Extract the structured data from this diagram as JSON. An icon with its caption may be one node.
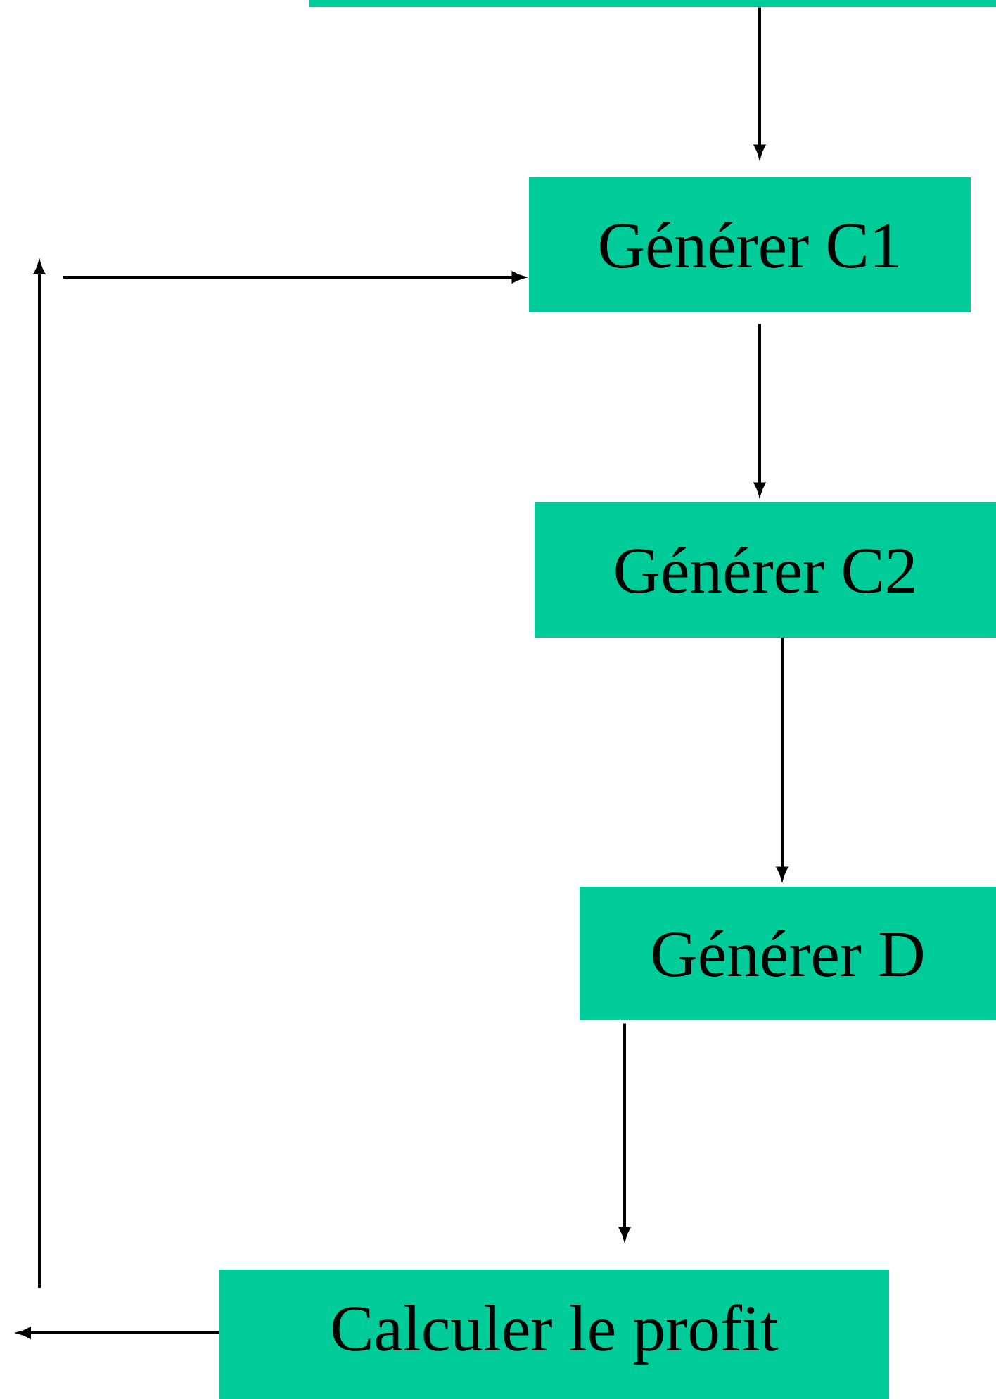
{
  "diagram": {
    "nodes": [
      {
        "text": [],
        "shape": "box"
      },
      {
        "text": [
          "Générer C1"
        ]
      },
      {
        "text": [
          "Générer C2"
        ]
      },
      {
        "text": [
          "Générer D"
        ]
      },
      {
        "text": [
          "Calculer le profit"
        ]
      }
    ],
    "edges": [
      {
        "from": 0,
        "to": 1,
        "arrow": "to"
      },
      {
        "from": 1,
        "to": 2,
        "arrow": "to"
      },
      {
        "from": 2,
        "to": 3,
        "arrow": "to"
      },
      {
        "from": 3,
        "to": 4,
        "arrow": "to"
      },
      {
        "from": 4,
        "to": null,
        "arrow": "to"
      },
      {
        "from": null,
        "to": 1,
        "arrow": "to"
      }
    ]
  }
}
